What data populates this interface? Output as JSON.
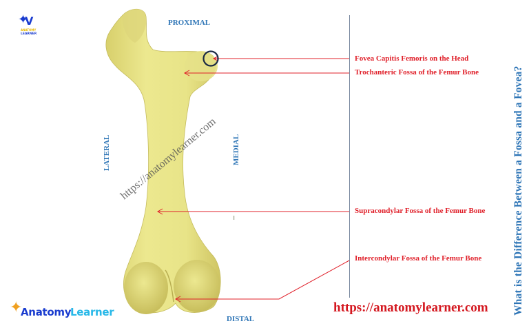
{
  "diagram": {
    "title": "What is the Difference Between a Fossa and a Fovea?",
    "subject": "Femur bone (posterior view)",
    "orientation_labels": {
      "proximal": "PROXIMAL",
      "distal": "DISTAL",
      "lateral": "LATERAL",
      "medial": "MEDIAL"
    },
    "callouts": [
      {
        "id": "fovea-capitis",
        "label": "Fovea  Capitis Femoris on the Head"
      },
      {
        "id": "trochanteric-fossa",
        "label": "Trochanteric  Fossa of the Femur Bone"
      },
      {
        "id": "supracondylar-fossa",
        "label": "Supracondylar Fossa of the Femur Bone"
      },
      {
        "id": "intercondylar-fossa",
        "label": "Intercondylar Fossa of the Femur Bone"
      }
    ],
    "watermark": "https://anatomylearner.com",
    "site_url": "https://anatomylearner.com",
    "brand": {
      "part1": "Anatomy",
      "part2": "Learner",
      "small_logo_line1": "ANATOMY",
      "small_logo_line2": "LEARNER"
    },
    "colors": {
      "bone": "#e9e58e",
      "bone_shadow": "#c9c062",
      "callout_red": "#e0202a",
      "label_blue": "#2e75b6",
      "circle_navy": "#1b2a44"
    }
  }
}
